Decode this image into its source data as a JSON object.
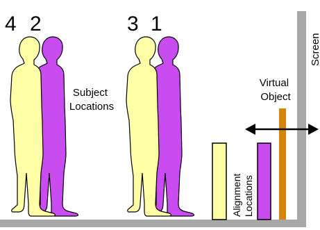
{
  "subject_numbers": {
    "pair_left_front": "4",
    "pair_left_back": "2",
    "pair_right_front": "3",
    "pair_right_back": "1"
  },
  "labels": {
    "subject_locations": [
      "Subject",
      "Locations"
    ],
    "alignment_locations": [
      "Alignment",
      "Locations"
    ],
    "virtual_object": [
      "Virtual",
      "Object"
    ],
    "screen": "Screen"
  },
  "colors": {
    "yellow_figure": "#FFFFA8",
    "purple_figure": "#C84CF0",
    "virtual_object": "#D4860A",
    "floor_and_screen": "#A8A8A8",
    "outline": "#000000"
  },
  "icons": {
    "double_arrow": "double-headed-arrow"
  }
}
